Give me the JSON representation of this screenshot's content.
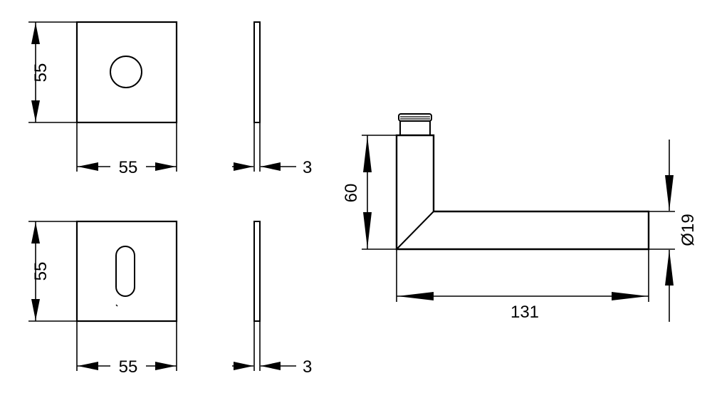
{
  "colors": {
    "line": "#000000",
    "background": "#ffffff"
  },
  "rosette_round": {
    "height_label": "55",
    "width_label": "55",
    "thickness_label": "3"
  },
  "rosette_key": {
    "height_label": "55",
    "width_label": "55",
    "thickness_label": "3"
  },
  "lever": {
    "height_label": "60",
    "length_label": "131",
    "diameter_label": "Ø19"
  }
}
